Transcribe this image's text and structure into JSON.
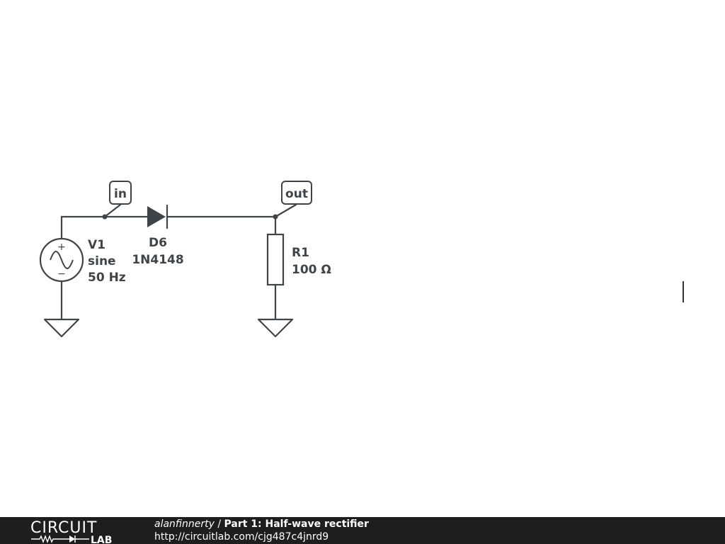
{
  "components": {
    "source": {
      "ref": "V1",
      "type": "sine",
      "freq": "50 Hz",
      "plus": "+",
      "minus": "−"
    },
    "diode": {
      "ref": "D6",
      "part": "1N4148"
    },
    "resistor": {
      "ref": "R1",
      "value": "100 Ω"
    }
  },
  "net_labels": {
    "input": "in",
    "output": "out"
  },
  "footer": {
    "logo_top": "CIRCUIT",
    "logo_bottom": "LAB",
    "author": "alanfinnerty",
    "separator": "/",
    "title": "Part 1: Half-wave rectifier",
    "url": "http://circuitlab.com/cjg487c4jnrd9"
  }
}
